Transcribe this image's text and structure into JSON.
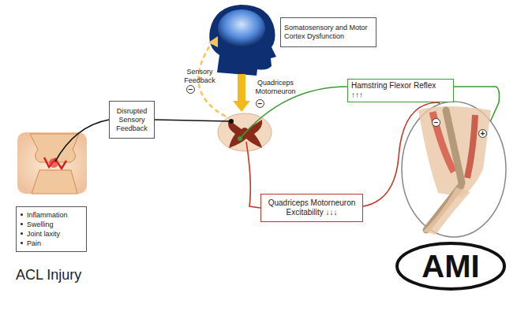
{
  "diagram": {
    "nodes": [
      {
        "text": [
          "Inflammation",
          "Swelling",
          "Joint laxity",
          "Pain"
        ]
      },
      {
        "text": [
          "Disrupted Sensory Feedback"
        ]
      },
      {
        "text": [
          "Somatosensory and Motor Cortex Dysfunction"
        ]
      },
      {
        "text": [
          "Hamstring Flexor Reflex ↑↑↑"
        ]
      },
      {
        "text": [
          "Quadriceps Motorneuron Excitability ↓↓↓"
        ]
      },
      {
        "text": [
          "AMI"
        ]
      }
    ],
    "labels": [
      "ACL Injury",
      "Sensory Feedback",
      "−",
      "Quadriceps Motorneuron",
      "−",
      "−",
      "+"
    ]
  }
}
